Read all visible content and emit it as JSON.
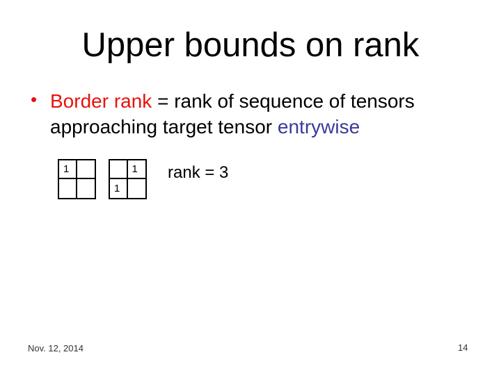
{
  "slide": {
    "title": "Upper bounds on rank",
    "bullet": {
      "marker": "•",
      "segment_red": "Border rank",
      "segment_black": " = rank of sequence of tensors approaching target tensor ",
      "segment_blue": "entrywise"
    },
    "diagram": {
      "grid1": {
        "cells": [
          "1",
          "",
          "",
          ""
        ]
      },
      "grid2": {
        "cells": [
          "",
          "1",
          "1",
          ""
        ]
      },
      "rank_label": "rank = 3"
    },
    "footer": {
      "date": "Nov. 12, 2014",
      "page_number": "14"
    },
    "colors": {
      "border_rank_red": "#e8120d",
      "bullet_marker_red": "#e8120d",
      "entrywise_blue": "#3a3a99",
      "text_black": "#000000",
      "background_white": "#ffffff"
    }
  }
}
